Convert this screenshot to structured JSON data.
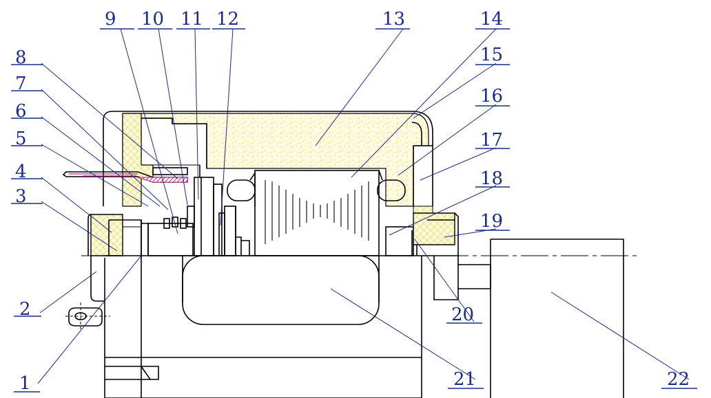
{
  "diagram": {
    "callouts": [
      {
        "id": "1",
        "label": "1"
      },
      {
        "id": "2",
        "label": "2"
      },
      {
        "id": "3",
        "label": "3"
      },
      {
        "id": "4",
        "label": "4"
      },
      {
        "id": "5",
        "label": "5"
      },
      {
        "id": "6",
        "label": "6"
      },
      {
        "id": "7",
        "label": "7"
      },
      {
        "id": "8",
        "label": "8"
      },
      {
        "id": "9",
        "label": "9"
      },
      {
        "id": "10",
        "label": "10"
      },
      {
        "id": "11",
        "label": "11"
      },
      {
        "id": "12",
        "label": "12"
      },
      {
        "id": "13",
        "label": "13"
      },
      {
        "id": "14",
        "label": "14"
      },
      {
        "id": "15",
        "label": "15"
      },
      {
        "id": "16",
        "label": "16"
      },
      {
        "id": "17",
        "label": "17"
      },
      {
        "id": "18",
        "label": "18"
      },
      {
        "id": "19",
        "label": "19"
      },
      {
        "id": "20",
        "label": "20"
      },
      {
        "id": "21",
        "label": "21"
      },
      {
        "id": "22",
        "label": "22"
      }
    ],
    "colors": {
      "line": "#000000",
      "callout": "#1a2a8a",
      "insulation_fill": "#fffbe0",
      "insulation_stipple": "#e8d84a",
      "hatch": "#c0208a"
    }
  }
}
